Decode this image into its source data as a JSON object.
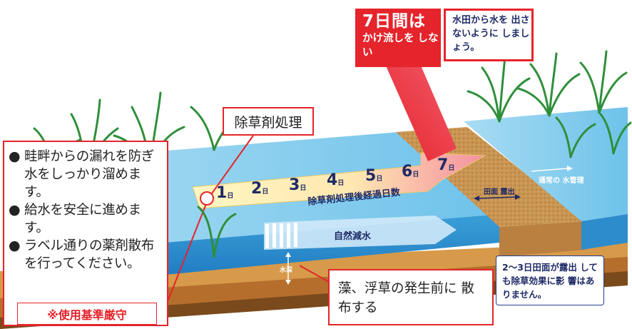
{
  "herbicide_label": "除草剤処理",
  "advice": {
    "bullet": "●",
    "items": [
      "畦畔からの漏れを防ぎ水をしっかり溜めます。",
      "給水を安全に進めます。",
      "ラベル通りの薬剤散布を行ってください。"
    ],
    "notice": "※使用基準厳守"
  },
  "banner": {
    "red_big": "7日間は",
    "red_small": "かけ流しを しない",
    "blue": "水田から水を 出さないように しましょう。"
  },
  "days": {
    "unit": "日",
    "numbers": [
      "1",
      "2",
      "3",
      "4",
      "5",
      "6",
      "7"
    ]
  },
  "diagram_labels": {
    "days_after": "除草剤処理後経過日数",
    "natural_decrease": "自然減水",
    "exposure": "田面 露出",
    "normal_water": "通常の 水管理",
    "water_depth": "水深"
  },
  "exposed_note": "2〜3日田面が露出 しても除草効果に影 響はありません。",
  "algae_note": "藻、浮草の発生前に 散布する",
  "colors": {
    "accent_red": "#e5242b",
    "water_blue": "#5fb6e3",
    "soil_brown": "#c8954a",
    "plant_green": "#2f8f3a",
    "arrow_yellow": "#fff1a8",
    "arrow_pink": "#f6a3b0",
    "navy_text": "#1f2a66"
  }
}
